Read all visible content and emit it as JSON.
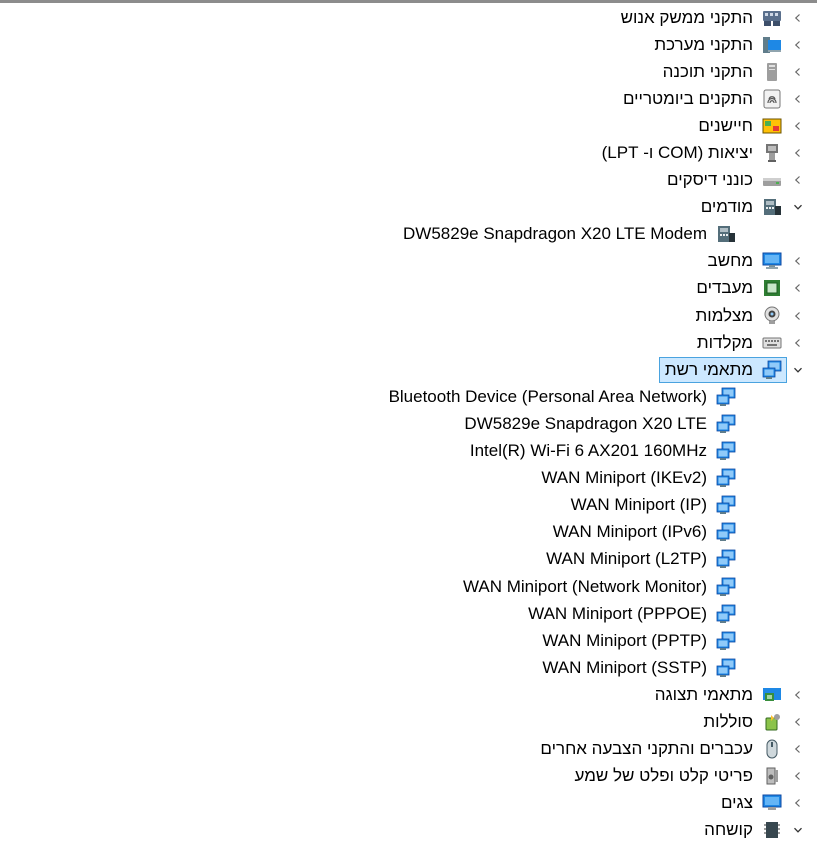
{
  "device_tree": {
    "categories": [
      {
        "label": "התקני ממשק אנוש",
        "icon": "hid-icon",
        "state": "collapsed"
      },
      {
        "label": "התקני מערכת",
        "icon": "system-devices-icon",
        "state": "collapsed"
      },
      {
        "label": "התקני תוכנה",
        "icon": "software-device-icon",
        "state": "collapsed"
      },
      {
        "label": "התקנים ביומטריים",
        "icon": "fingerprint-icon",
        "state": "collapsed"
      },
      {
        "label": "חיישנים",
        "icon": "sensor-icon",
        "state": "collapsed"
      },
      {
        "label": "יציאות (COM ו- LPT)",
        "icon": "port-icon",
        "state": "collapsed"
      },
      {
        "label": "כונני דיסקים",
        "icon": "disk-drive-icon",
        "state": "collapsed"
      },
      {
        "label": "מודמים",
        "icon": "modem-icon",
        "state": "expanded"
      },
      {
        "label": "DW5829e Snapdragon X20 LTE Modem",
        "icon": "modem-icon",
        "state": "child"
      },
      {
        "label": "מחשב",
        "icon": "computer-icon",
        "state": "collapsed"
      },
      {
        "label": "מעבדים",
        "icon": "processor-icon",
        "state": "collapsed"
      },
      {
        "label": "מצלמות",
        "icon": "camera-icon",
        "state": "collapsed"
      },
      {
        "label": "מקלדות",
        "icon": "keyboard-icon",
        "state": "collapsed"
      },
      {
        "label": "מתאמי רשת",
        "icon": "network-adapter-icon",
        "state": "expanded",
        "selected": true
      },
      {
        "label": "Bluetooth Device (Personal Area Network)",
        "icon": "network-adapter-icon",
        "state": "child"
      },
      {
        "label": "DW5829e Snapdragon X20 LTE",
        "icon": "network-adapter-icon",
        "state": "child"
      },
      {
        "label": "Intel(R) Wi-Fi 6 AX201 160MHz",
        "icon": "network-adapter-icon",
        "state": "child"
      },
      {
        "label": "WAN Miniport (IKEv2)",
        "icon": "network-adapter-icon",
        "state": "child"
      },
      {
        "label": "WAN Miniport (IP)",
        "icon": "network-adapter-icon",
        "state": "child"
      },
      {
        "label": "WAN Miniport (IPv6)",
        "icon": "network-adapter-icon",
        "state": "child"
      },
      {
        "label": "WAN Miniport (L2TP)",
        "icon": "network-adapter-icon",
        "state": "child"
      },
      {
        "label": "WAN Miniport (Network Monitor)",
        "icon": "network-adapter-icon",
        "state": "child"
      },
      {
        "label": "WAN Miniport (PPPOE)",
        "icon": "network-adapter-icon",
        "state": "child"
      },
      {
        "label": "WAN Miniport (PPTP)",
        "icon": "network-adapter-icon",
        "state": "child"
      },
      {
        "label": "WAN Miniport (SSTP)",
        "icon": "network-adapter-icon",
        "state": "child"
      },
      {
        "label": "מתאמי תצוגה",
        "icon": "display-adapter-icon",
        "state": "collapsed"
      },
      {
        "label": "סוללות",
        "icon": "battery-icon",
        "state": "collapsed"
      },
      {
        "label": "עכברים והתקני הצבעה אחרים",
        "icon": "mouse-icon",
        "state": "collapsed"
      },
      {
        "label": "פריטי קלט ופלט של שמע",
        "icon": "speaker-icon",
        "state": "collapsed"
      },
      {
        "label": "צגים",
        "icon": "monitor-icon",
        "state": "collapsed"
      },
      {
        "label": "קושחה",
        "icon": "firmware-icon",
        "state": "expanded"
      }
    ]
  },
  "colors": {
    "selection_bg": "#cce8ff",
    "selection_border": "#4aa3df",
    "chevron": "#666666"
  }
}
